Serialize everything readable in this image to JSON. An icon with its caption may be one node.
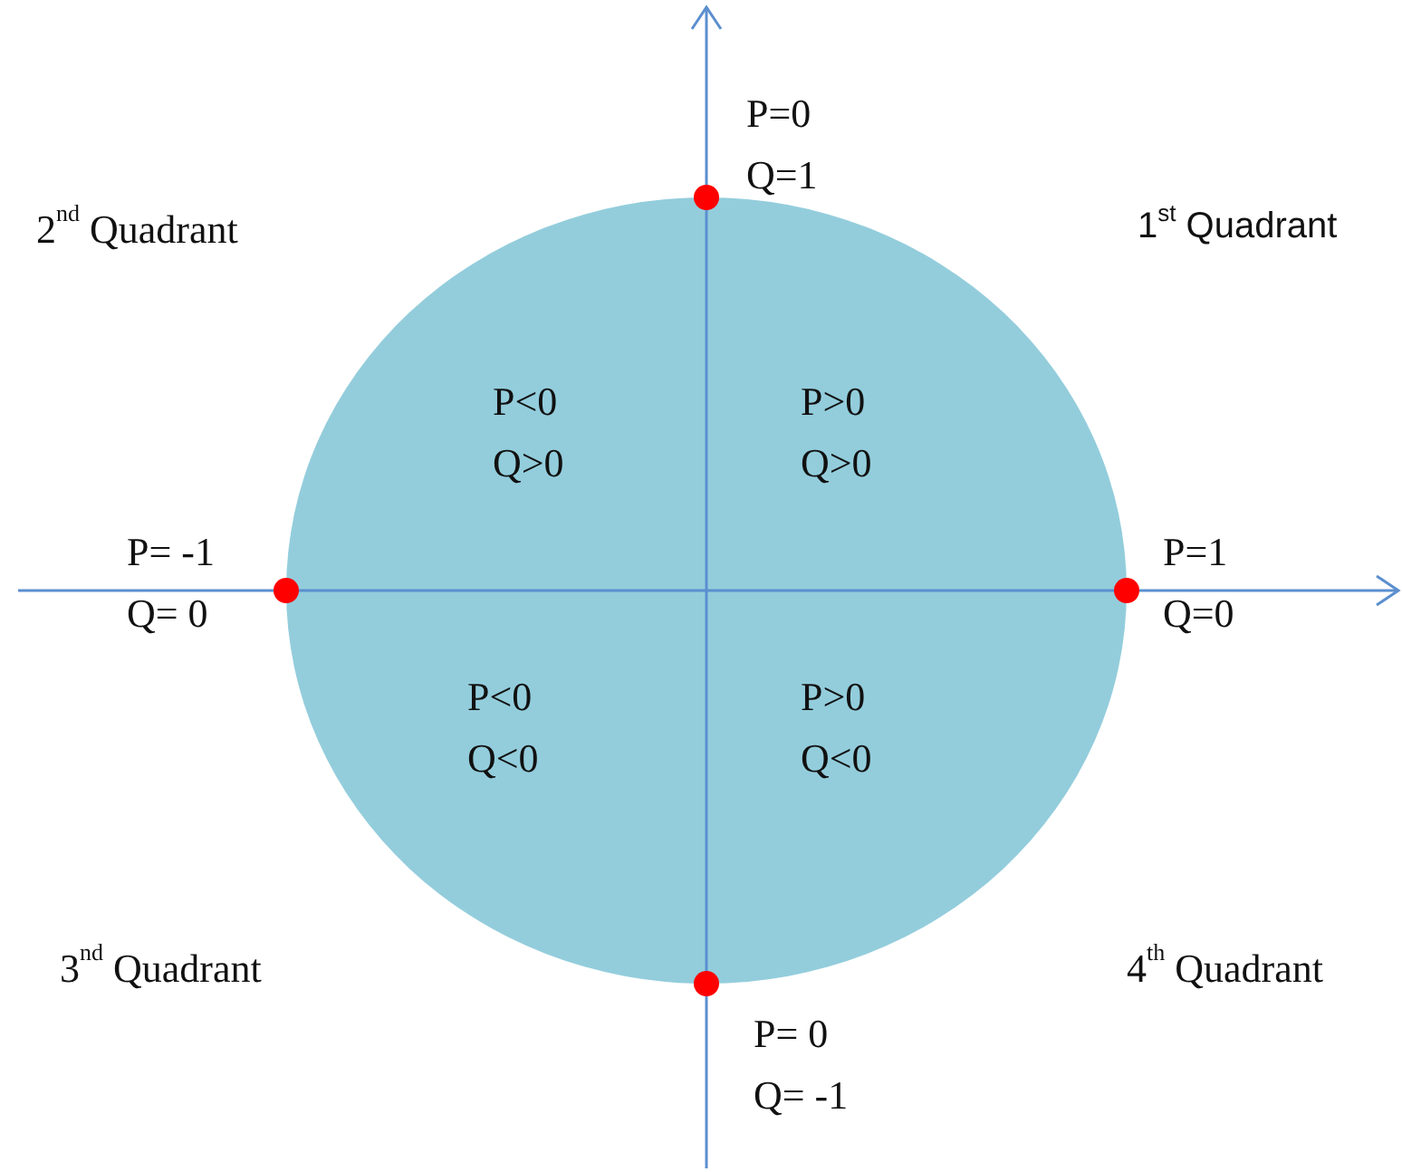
{
  "diagram": {
    "nodes": [
      {
        "text": [
          "P<0 Q>0",
          "P>0 Q>0",
          "P<0 Q<0",
          "P>0 Q<0"
        ]
      }
    ],
    "edges": [],
    "labels": [
      "P=0 Q=1",
      "2$^{nd}$ Quadrant",
      "1$^{st}$ Quadrant",
      "P= -1 Q= 0",
      "P=1 Q=0",
      "3$^{nd}$ Quadrant",
      "4$^{th}$ Quadrant",
      "P= 0 Q= -1"
    ]
  }
}
